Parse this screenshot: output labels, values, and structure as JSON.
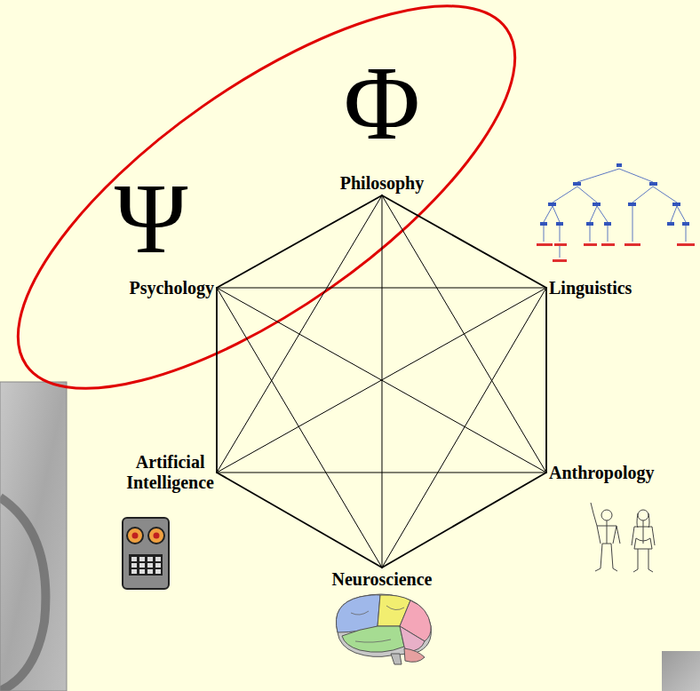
{
  "diagram": {
    "nodes": [
      {
        "text": [
          "Philosophy"
        ]
      },
      {
        "text": [
          "Psychology"
        ]
      },
      {
        "text": [
          "Linguistics"
        ]
      },
      {
        "text": [
          "Artificial Intelligence"
        ]
      },
      {
        "text": [
          "Anthropology"
        ]
      },
      {
        "text": [
          "Neuroscience"
        ]
      }
    ],
    "edges": [
      {
        "from": 0,
        "to": 1,
        "arrow": "none"
      },
      {
        "from": 0,
        "to": 2,
        "arrow": "none"
      },
      {
        "from": 0,
        "to": 3,
        "arrow": "none"
      },
      {
        "from": 0,
        "to": 4,
        "arrow": "none"
      },
      {
        "from": 0,
        "to": 5,
        "arrow": "none"
      },
      {
        "from": 1,
        "to": 2,
        "arrow": "none"
      },
      {
        "from": 1,
        "to": 3,
        "arrow": "none"
      },
      {
        "from": 1,
        "to": 4,
        "arrow": "none"
      },
      {
        "from": 1,
        "to": 5,
        "arrow": "none"
      },
      {
        "from": 2,
        "to": 3,
        "arrow": "none"
      },
      {
        "from": 2,
        "to": 4,
        "arrow": "none"
      },
      {
        "from": 2,
        "to": 5,
        "arrow": "none"
      },
      {
        "from": 3,
        "to": 4,
        "arrow": "none"
      },
      {
        "from": 3,
        "to": 5,
        "arrow": "none"
      },
      {
        "from": 4,
        "to": 5,
        "arrow": "none"
      }
    ],
    "labels": [
      "Φ",
      "Ψ"
    ]
  }
}
